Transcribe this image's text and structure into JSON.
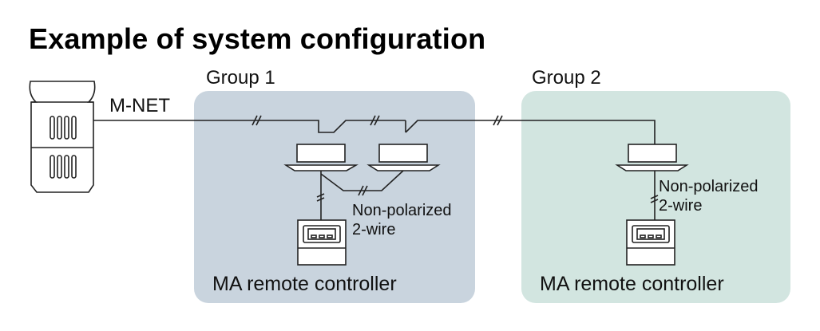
{
  "title": "Example of system configuration",
  "network_label": "M-NET",
  "groups": [
    {
      "label": "Group 1",
      "wire_label_line1": "Non-polarized",
      "wire_label_line2": "2-wire",
      "controller_label": "MA remote controller"
    },
    {
      "label": "Group 2",
      "wire_label_line1": "Non-polarized",
      "wire_label_line2": "2-wire",
      "controller_label": "MA remote controller"
    }
  ],
  "colors": {
    "group1_bg": "#c9d4de",
    "group2_bg": "#d2e5e0",
    "line": "#222222"
  }
}
